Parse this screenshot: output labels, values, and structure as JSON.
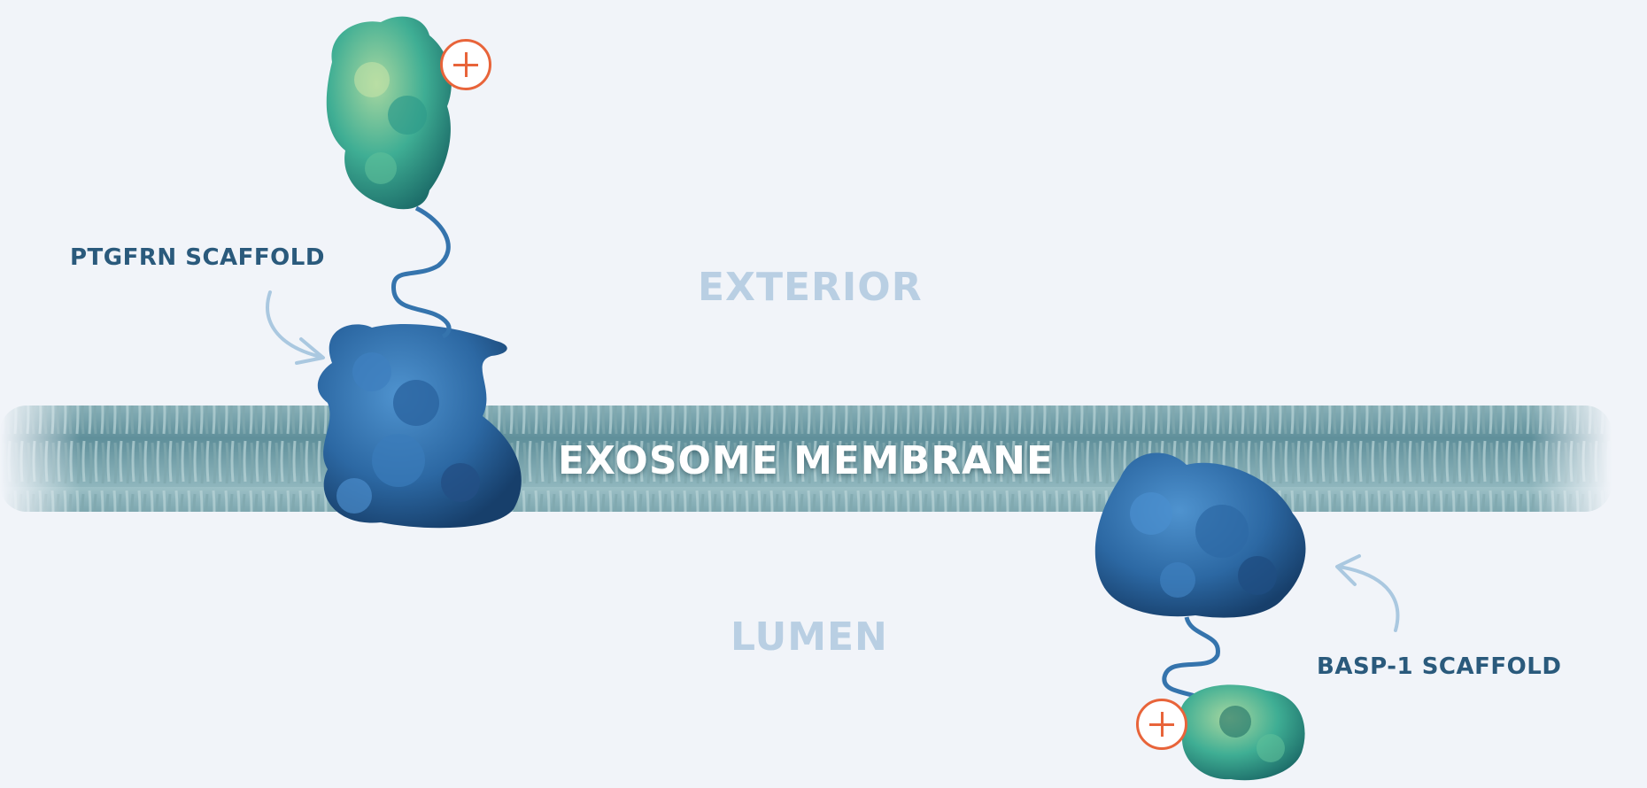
{
  "labels": {
    "exterior": "EXTERIOR",
    "membrane": "EXOSOME MEMBRANE",
    "lumen": "LUMEN",
    "ptgfrn": "PTGFRN SCAFFOLD",
    "basp1": "BASP-1 SCAFFOLD"
  },
  "icons": {
    "badge_top": "plus-badge-icon",
    "badge_bottom": "plus-badge-icon",
    "arrow_left": "curved-arrow-icon",
    "arrow_right": "curved-arrow-icon"
  },
  "colors": {
    "background": "#f1f4f9",
    "membrane": "#6f9ea9",
    "scaffold_protein": "#2f6fa8",
    "cargo_protein": "#3aa38d",
    "badge": "#e8643a",
    "scaffold_label": "#2a5a7c",
    "region_label": "#b9cfe3",
    "arrow": "#aac8e0"
  }
}
